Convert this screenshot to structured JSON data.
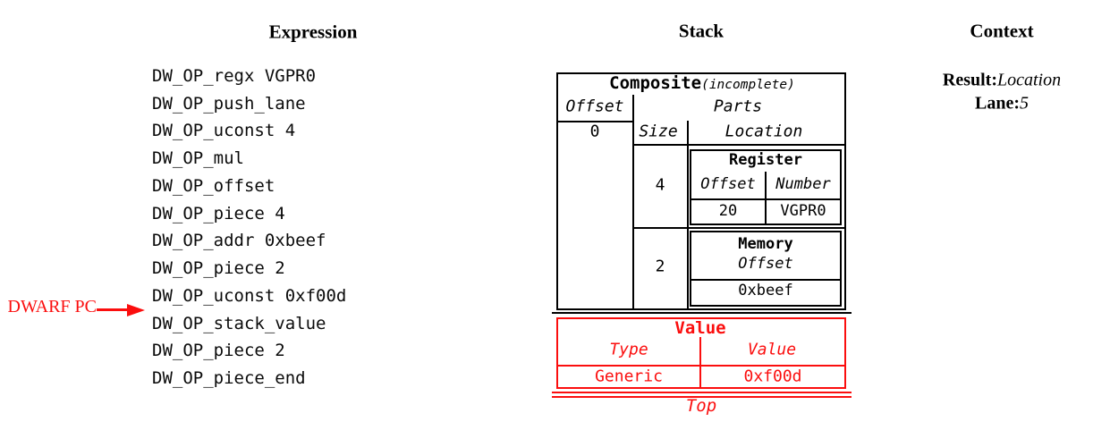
{
  "expression": {
    "title": "Expression",
    "ops": [
      "DW_OP_regx VGPR0",
      "DW_OP_push_lane",
      "DW_OP_uconst 4",
      "DW_OP_mul",
      "DW_OP_offset",
      "DW_OP_piece 4",
      "DW_OP_addr 0xbeef",
      "DW_OP_piece 2",
      "DW_OP_uconst 0xf00d",
      "DW_OP_stack_value",
      "DW_OP_piece 2",
      "DW_OP_piece_end"
    ],
    "pc": {
      "label": "DWARF PC",
      "points_to_op": "DW_OP_stack_value"
    }
  },
  "stack": {
    "title": "Stack",
    "composite": {
      "title": "Composite",
      "qualifier": "(incomplete)",
      "offset_header": "Offset",
      "offset_value": "0",
      "parts_header": "Parts",
      "size_header": "Size",
      "location_header": "Location",
      "parts": [
        {
          "size": "4",
          "location": {
            "kind": "Register",
            "col1_header": "Offset",
            "col2_header": "Number",
            "col1_value": "20",
            "col2_value": "VGPR0"
          }
        },
        {
          "size": "2",
          "location": {
            "kind": "Memory",
            "col1_header": "Offset",
            "col1_value": "0xbeef"
          }
        }
      ]
    },
    "value_entry": {
      "title": "Value",
      "type_header": "Type",
      "value_header": "Value",
      "type_value": "Generic",
      "value_value": "0xf00d"
    },
    "top_label": "Top"
  },
  "context": {
    "title": "Context",
    "result_label": "Result:",
    "result_value": "Location",
    "lane_label": "Lane:",
    "lane_value": "5"
  },
  "colors": {
    "ink": "#000000",
    "accent": "#fb0e0e"
  }
}
